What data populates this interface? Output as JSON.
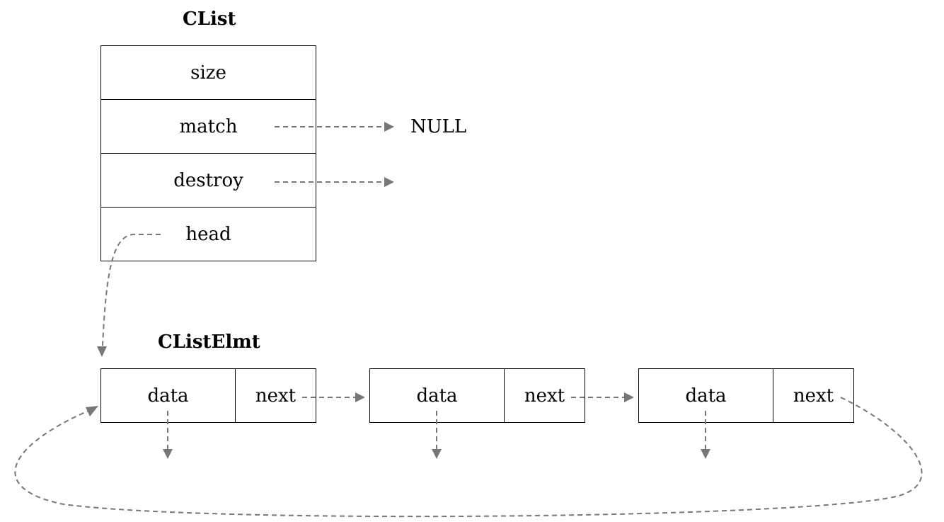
{
  "clist": {
    "title": "CList",
    "fields": [
      "size",
      "match",
      "destroy",
      "head"
    ]
  },
  "clist_elmt": {
    "title": "CListElmt",
    "nodes": [
      {
        "data": "data",
        "next": "next"
      },
      {
        "data": "data",
        "next": "next"
      },
      {
        "data": "data",
        "next": "next"
      }
    ]
  },
  "null_label": "NULL",
  "colors": {
    "arrow": "#777777",
    "border": "#000000"
  }
}
